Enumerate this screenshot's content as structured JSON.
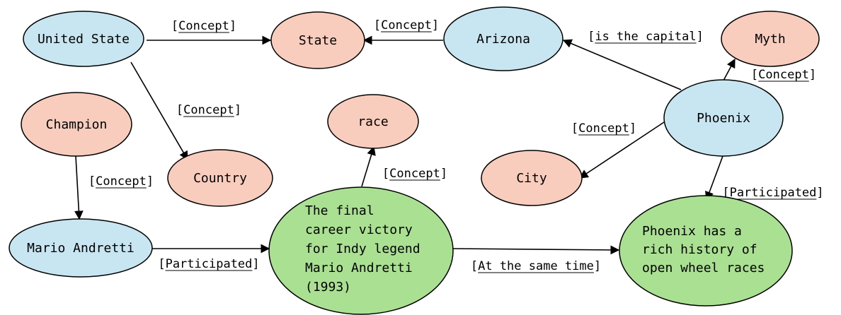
{
  "colors": {
    "entity": "#c7e6f2",
    "concept": "#f8cdbd",
    "event": "#a9e092",
    "stroke": "#000000"
  },
  "nodes": {
    "united_state": "United State",
    "state": "State",
    "arizona": "Arizona",
    "myth": "Myth",
    "champion": "Champion",
    "race": "race",
    "phoenix": "Phoenix",
    "country": "Country",
    "city": "City",
    "mario_andretti": "Mario Andretti",
    "event_victory": [
      "The final",
      "career victory",
      "for Indy legend",
      "Mario Andretti",
      "(1993)"
    ],
    "event_phoenix_history": [
      "Phoenix has a",
      "rich history of",
      "open wheel races"
    ]
  },
  "edges": {
    "united_state_state": "Concept",
    "arizona_state": "Concept",
    "phoenix_arizona": "is the capital",
    "phoenix_myth": "Concept",
    "united_state_country": "Concept",
    "champion_mario": "Concept",
    "victory_race": "Concept",
    "phoenix_city": "Concept",
    "phoenix_history": "Participated",
    "mario_victory": "Participated",
    "victory_history": "At the same time"
  }
}
